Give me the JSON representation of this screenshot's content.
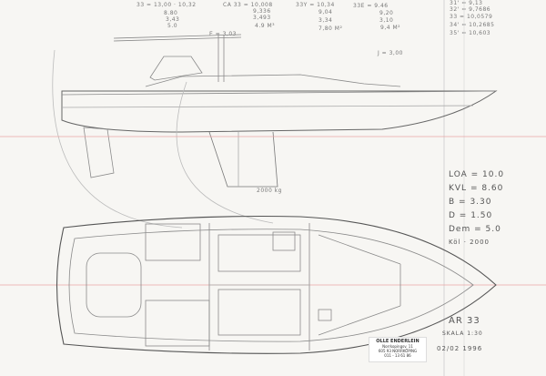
{
  "title_block": {
    "logo": "AR",
    "model": "33",
    "scale": "SKALA 1:30",
    "date": "02/02 1996"
  },
  "stamp": {
    "name": "OLLE ENDERLEIN",
    "line2": "Norrkopingsv. 11",
    "line3": "605 93 NORRKÖPING",
    "phone": "011 - 13 61 86"
  },
  "specs": [
    {
      "label": "LOA",
      "value": "10.0"
    },
    {
      "label": "KVL",
      "value": "8.60"
    },
    {
      "label": "B",
      "value": "3.30"
    },
    {
      "label": "D",
      "value": "1.50"
    },
    {
      "label": "Dem",
      "value": "5.0"
    },
    {
      "label": "Köl",
      "value": "2000"
    }
  ],
  "notes": {
    "col1": [
      "33 = 13,00 · 10,32",
      "8.80",
      "3,43",
      "5.0"
    ],
    "col2": [
      "CA 33 = 10,008",
      "9,336",
      "3,493",
      "4.9 M³"
    ],
    "col3": [
      "33Y = 10,34",
      "9,04",
      "3,34",
      "7,80 M²"
    ],
    "col4": [
      "33E = 9.46",
      "9,20",
      "3,10",
      "9,4 M²"
    ],
    "col5": [
      "31' = 9,13",
      "32' = 9,7686",
      "33 = 10,0579",
      "34' = 10,2685",
      "35' = 10,603"
    ],
    "mast": "E = 3,03",
    "j": "J = 3,00",
    "keel_weight": "2000 kg"
  }
}
